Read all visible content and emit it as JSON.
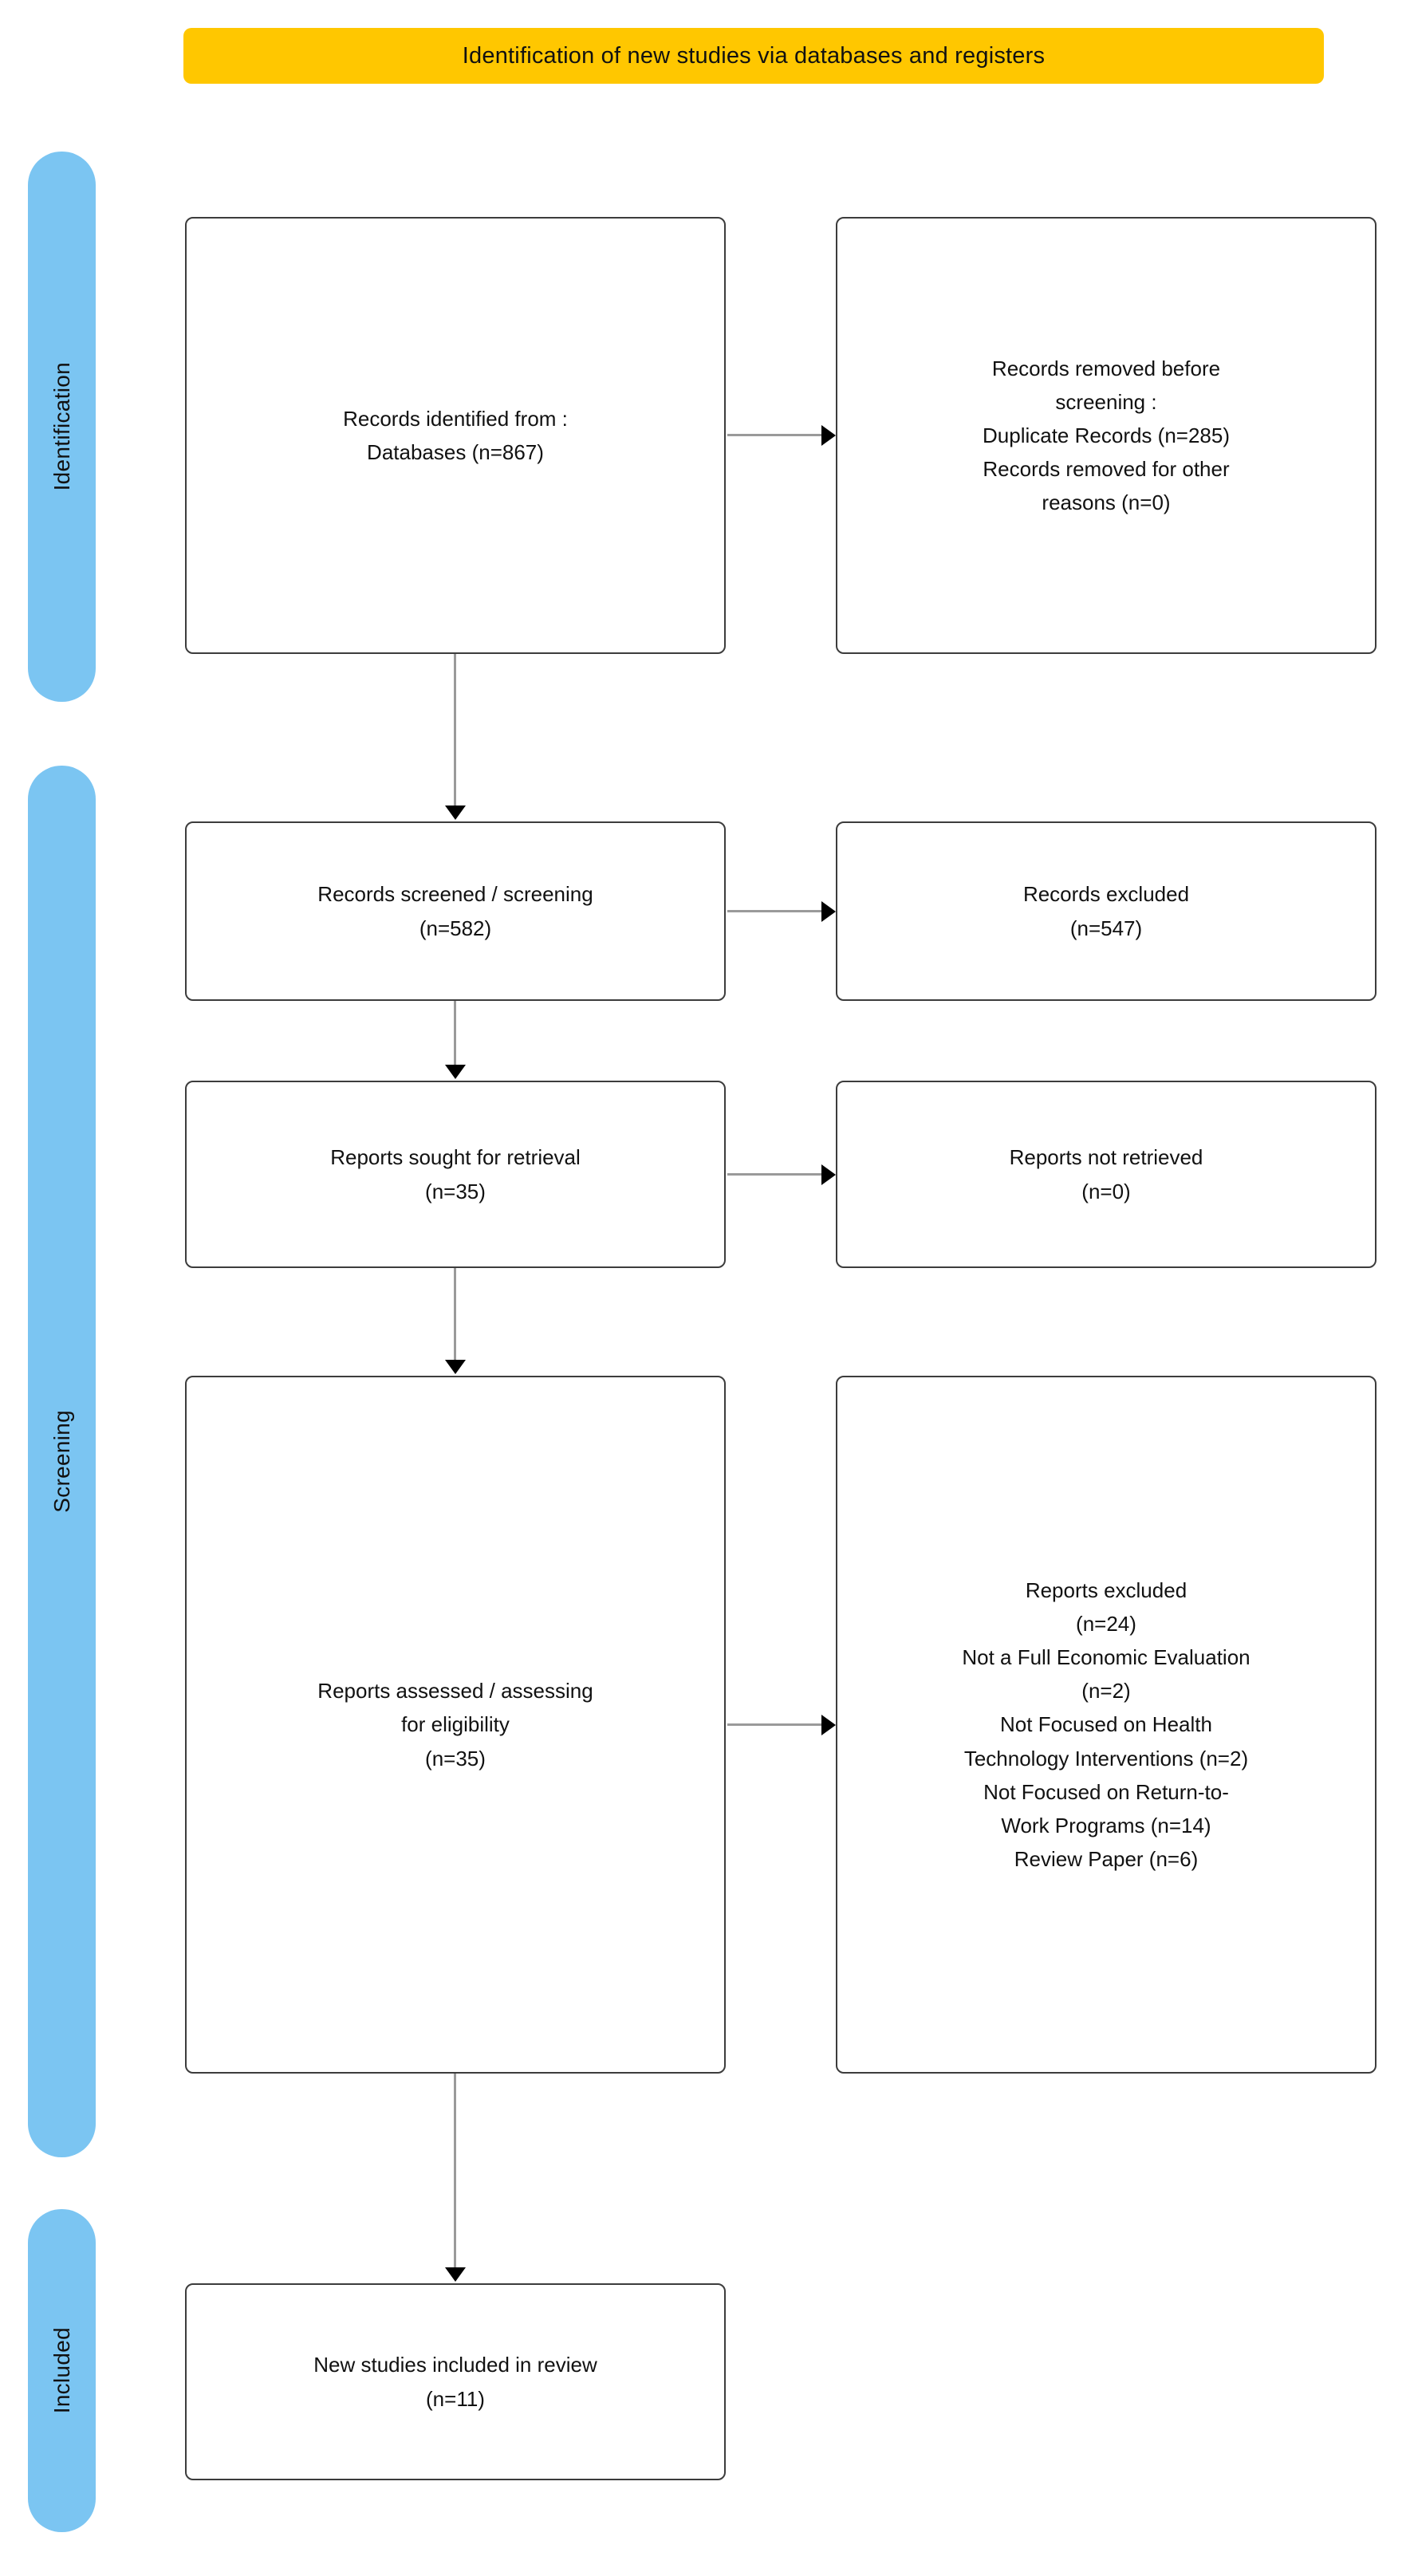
{
  "header": {
    "title": "Identification of new studies via databases and registers",
    "background_color": "#FFC700"
  },
  "rails": {
    "color": "#7BC5F2",
    "items": [
      {
        "label": "Identification"
      },
      {
        "label": "Screening"
      },
      {
        "label": "Included"
      }
    ]
  },
  "boxes": {
    "identified": "Records identified from :\nDatabases (n=867)",
    "removed_before_screening": "Records removed before\nscreening :\nDuplicate Records (n=285)\nRecords removed for other\nreasons (n=0)",
    "screened": "Records screened / screening\n(n=582)",
    "records_excluded": "Records excluded\n(n=547)",
    "sought_for_retrieval": "Reports sought for retrieval\n(n=35)",
    "not_retrieved": "Reports not retrieved\n(n=0)",
    "assessed_for_eligibility": "Reports assessed / assessing\nfor eligibility\n(n=35)",
    "reports_excluded": "Reports excluded\n(n=24)\nNot a Full Economic Evaluation\n(n=2)\nNot Focused on Health\nTechnology Interventions (n=2)\nNot Focused on Return-to-\nWork Programs (n=14)\nReview Paper (n=6)",
    "included_in_review": "New studies included in review\n(n=11)"
  },
  "chart_data": {
    "type": "table",
    "title": "Identification of new studies via databases and registers",
    "stages": [
      {
        "stage": "Identification",
        "nodes": [
          {
            "label": "Records identified from : Databases",
            "n": 867
          },
          {
            "label": "Duplicate Records removed before screening",
            "n": 285
          },
          {
            "label": "Records removed for other reasons",
            "n": 0
          }
        ]
      },
      {
        "stage": "Screening",
        "nodes": [
          {
            "label": "Records screened / screening",
            "n": 582
          },
          {
            "label": "Records excluded",
            "n": 547
          },
          {
            "label": "Reports sought for retrieval",
            "n": 35
          },
          {
            "label": "Reports not retrieved",
            "n": 0
          },
          {
            "label": "Reports assessed / assessing for eligibility",
            "n": 35
          },
          {
            "label": "Reports excluded",
            "n": 24
          },
          {
            "label": "Not a Full Economic Evaluation",
            "n": 2
          },
          {
            "label": "Not Focused on Health Technology Interventions",
            "n": 2
          },
          {
            "label": "Not Focused on Return-to-Work Programs",
            "n": 14
          },
          {
            "label": "Review Paper",
            "n": 6
          }
        ]
      },
      {
        "stage": "Included",
        "nodes": [
          {
            "label": "New studies included in review",
            "n": 11
          }
        ]
      }
    ]
  }
}
